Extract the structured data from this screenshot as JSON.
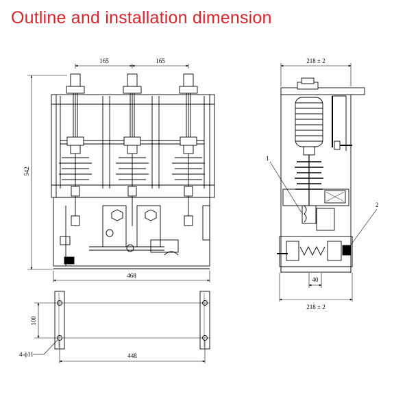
{
  "title": "Outline and installation dimension",
  "front_view": {
    "pole_spacing_1": "165",
    "pole_spacing_2": "165",
    "height": "542",
    "base_width": "468"
  },
  "base_view": {
    "mount_depth": "100",
    "mount_width": "448",
    "hole_callout": "4-ϕ11"
  },
  "side_view": {
    "top_width": "218 ± 2",
    "bottom_width": "218 ± 2",
    "offset": "40",
    "callout_1": "1",
    "callout_2": "2"
  },
  "colors": {
    "title": "#d7262b",
    "line": "#000000"
  }
}
